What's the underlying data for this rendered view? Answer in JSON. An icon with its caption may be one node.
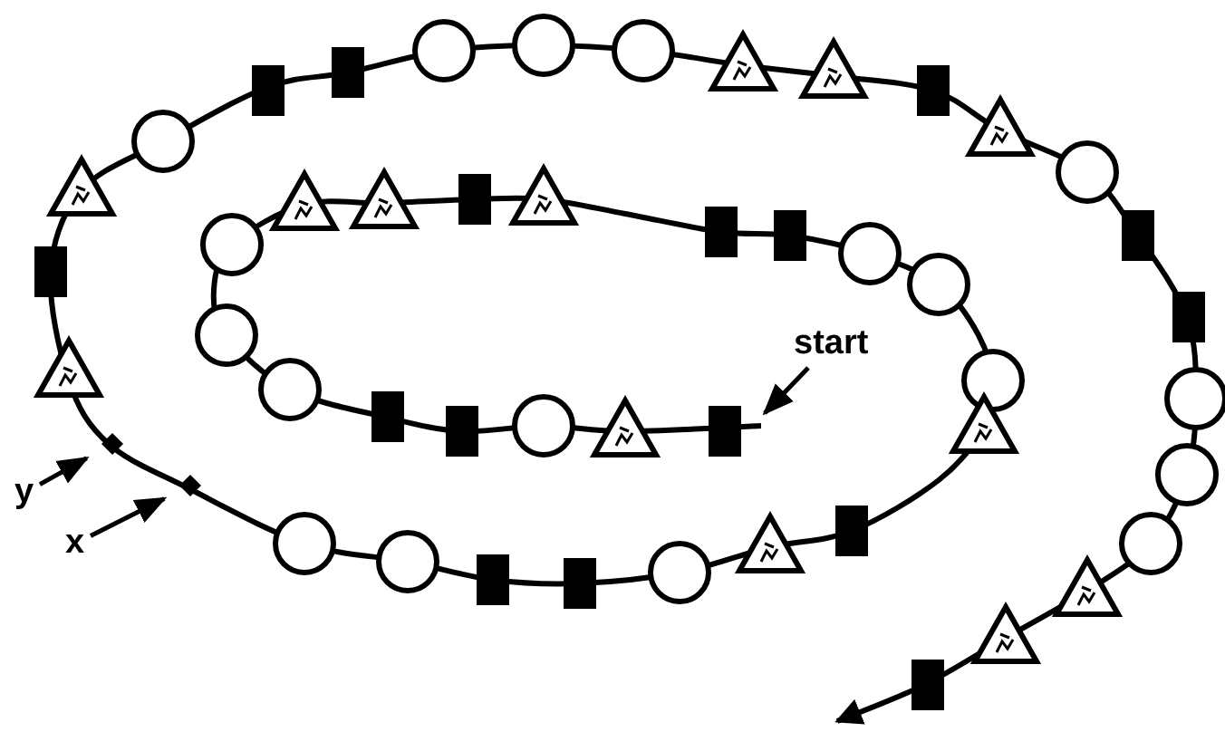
{
  "diagram": {
    "nodes": [
      {
        "text": [
          "start"
        ]
      },
      {
        "text": [
          "y"
        ]
      },
      {
        "text": [
          "x"
        ]
      },
      {
        "text": [],
        "shape": "diamond"
      },
      {
        "text": [],
        "shape": "diamond"
      }
    ],
    "edges": [
      {
        "from": 0,
        "to": null,
        "arrow": "to"
      },
      {
        "from": 1,
        "to": 3,
        "arrow": "to"
      },
      {
        "from": 2,
        "to": 4,
        "arrow": "to"
      }
    ]
  }
}
